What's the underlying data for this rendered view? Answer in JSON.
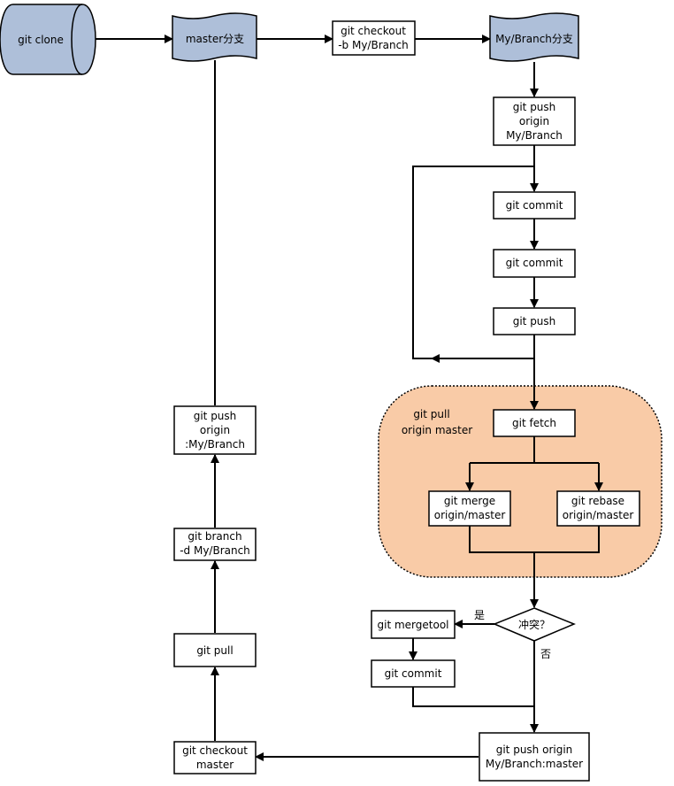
{
  "nodes": {
    "git_clone": "git clone",
    "master_branch": "master分支",
    "checkout_b": [
      "git checkout",
      "-b My/Branch"
    ],
    "my_branch": "My/Branch分支",
    "push_origin_branch": [
      "git push",
      "origin",
      "My/Branch"
    ],
    "commit1": "git commit",
    "commit2": "git commit",
    "push": "git push",
    "pull_group_label": [
      "git pull",
      "origin master"
    ],
    "fetch": "git fetch",
    "merge": [
      "git merge",
      "origin/master"
    ],
    "rebase": [
      "git rebase",
      "origin/master"
    ],
    "conflict": "冲突？",
    "yes": "是",
    "no": "否",
    "mergetool": "git mergetool",
    "commit3": "git commit",
    "push_branch_master": [
      "git push origin",
      "My/Branch:master"
    ],
    "checkout_master": [
      "git checkout",
      "master"
    ],
    "pull": "git pull",
    "branch_d": [
      "git branch",
      "-d My/Branch"
    ],
    "push_delete": [
      "git push",
      "origin",
      ":My/Branch"
    ]
  },
  "colors": {
    "branch_fill": "#aebfd9",
    "pull_group_fill": "#f9cba7"
  }
}
